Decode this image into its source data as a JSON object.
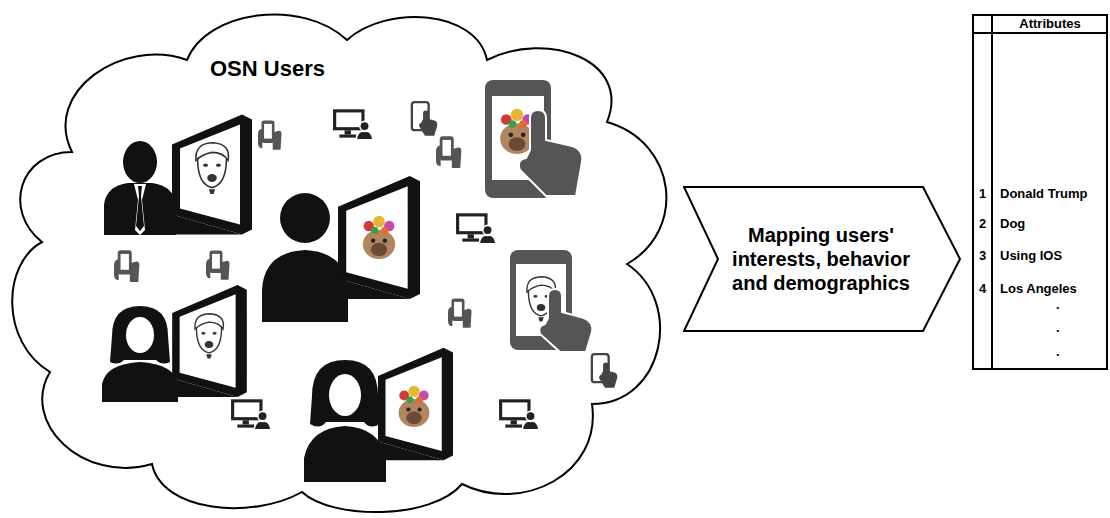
{
  "diagram": {
    "nodes": [
      {
        "text": [
          "OSN Users"
        ]
      },
      {
        "text": [
          "Mapping users' interests, behavior and demographics"
        ]
      },
      {
        "text": [
          "Attributes"
        ]
      }
    ],
    "labels": [
      "1",
      "Donald Trump",
      "2",
      "Dog",
      "3",
      "Using IOS",
      "4",
      "Los Angeles",
      ".",
      ".",
      "."
    ]
  }
}
